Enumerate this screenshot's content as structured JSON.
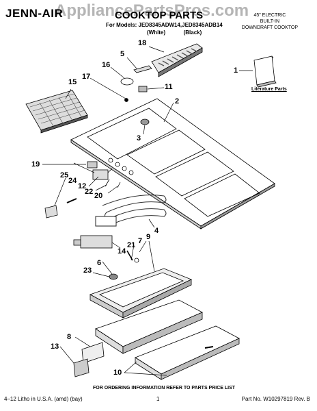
{
  "header": {
    "brand": "JENN-AIR",
    "watermark": "AppliancePartsPros.com",
    "title": "COOKTOP PARTS",
    "models_line": "For Models: JED8345ADW14,JED8345ADB14",
    "variant_white": "(White)",
    "variant_black": "(Black)",
    "product_line1": "45\" ELECTRIC",
    "product_line2": "BUILT-IN",
    "product_line3": "DOWNDRAFT COOKTOP"
  },
  "literature_label": "Literature Parts",
  "callouts": {
    "n1": "1",
    "n2": "2",
    "n3": "3",
    "n4": "4",
    "n5": "5",
    "n6": "6",
    "n7": "7",
    "n8": "8",
    "n9": "9",
    "n10": "10",
    "n11": "11",
    "n12": "12",
    "n13": "13",
    "n14": "14",
    "n15": "15",
    "n16": "16",
    "n17": "17",
    "n18": "18",
    "n19": "19",
    "n20": "20",
    "n21": "21",
    "n22": "22",
    "n23": "23",
    "n24": "24",
    "n25": "25"
  },
  "footer": {
    "note": "FOR ORDERING INFORMATION REFER TO PARTS PRICE LIST",
    "left": "4–12 Litho in U.S.A. (amd) (bay)",
    "page": "1",
    "right": "Part No. W10297819 Rev. B"
  }
}
